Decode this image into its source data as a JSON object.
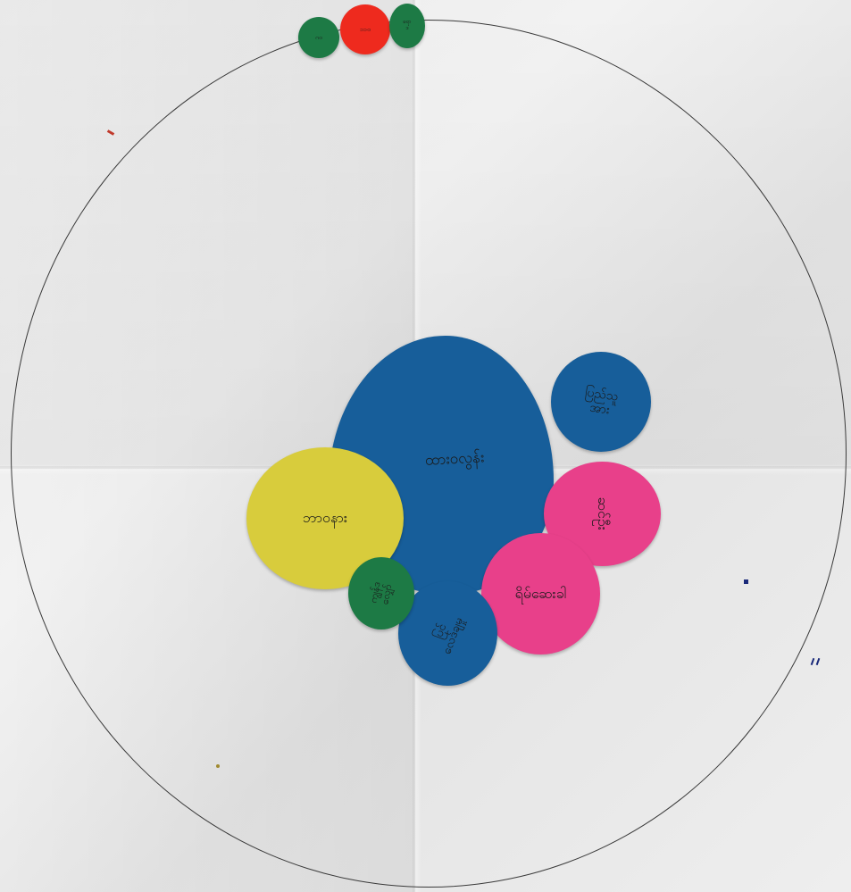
{
  "diagram": {
    "colors": {
      "paper": "#eeeeee",
      "outline": "#3a3a3a",
      "blue": "#175e9a",
      "yellow": "#d8cc3c",
      "pink": "#e8408a",
      "green": "#1d7a45",
      "red": "#ee2a1e"
    },
    "center_circle": {
      "label": "ထားဝလွန်း"
    },
    "circles": [
      {
        "label": "ဘာဝနား",
        "color": "yellow"
      },
      {
        "label": "ပြည်သူ\nအား",
        "color": "blue"
      },
      {
        "label": "ဆင်ဦး",
        "color": "pink"
      },
      {
        "label": "ရိမ်ဆေးခါ",
        "color": "pink"
      },
      {
        "label": "ကျွန်ဒ\nလျှော်",
        "color": "green"
      },
      {
        "label": "ပြင်\nလေဒ်ချမှု",
        "color": "blue"
      }
    ],
    "top_circles": [
      {
        "label": "ဂဝ",
        "color": "green"
      },
      {
        "label": "၁၁၀",
        "color": "red"
      },
      {
        "label": "ရော\nဒ",
        "color": "green"
      }
    ]
  }
}
